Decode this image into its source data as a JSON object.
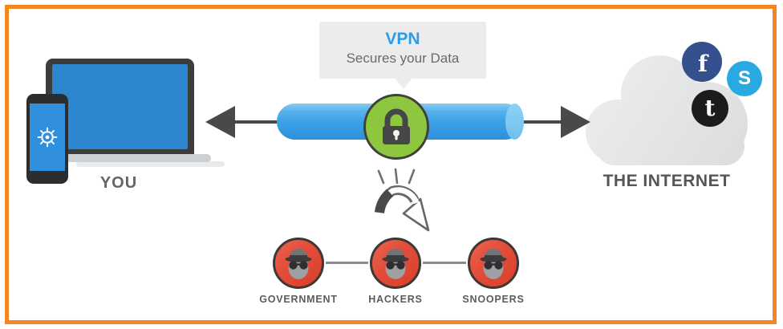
{
  "diagram": {
    "you_label": "YOU",
    "internet_label": "THE INTERNET",
    "tooltip": {
      "title": "VPN",
      "subtitle": "Secures your Data"
    },
    "threats": [
      {
        "label": "GOVERNMENT"
      },
      {
        "label": "HACKERS"
      },
      {
        "label": "SNOOPERS"
      }
    ],
    "social": {
      "facebook_glyph": "f",
      "skype_glyph": "S",
      "twitter_glyph": "t"
    },
    "colors": {
      "frame_orange": "#F5861F",
      "tunnel_blue": "#3FA2E6",
      "lock_green": "#8DC63F",
      "device_screen_blue": "#2E86D1",
      "threat_red": "#E24C38",
      "facebook_navy": "#35518D",
      "skype_blue": "#29A9E1",
      "twitter_black": "#1C1C1E",
      "vpn_text_blue": "#2B9DE9",
      "cloud_gray": "#E4E5E7",
      "arrow_gray": "#48494B"
    }
  }
}
